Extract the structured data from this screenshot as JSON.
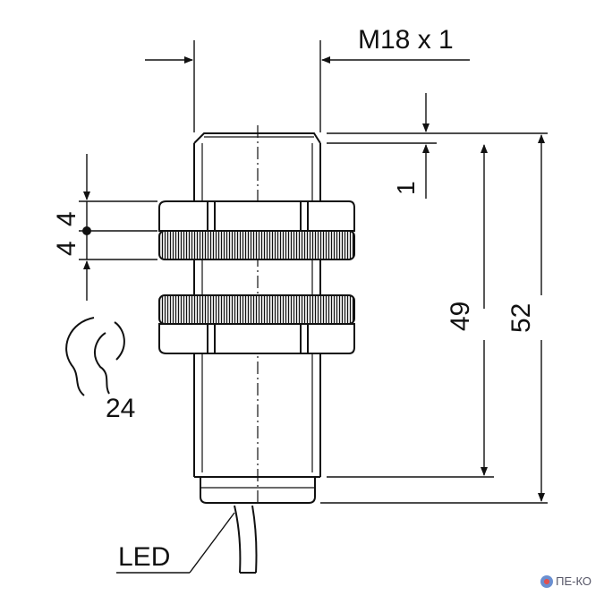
{
  "thread_label": "M18 x 1",
  "offset_label": "1",
  "thread_length_label": "49",
  "total_length_label": "52",
  "nut_thickness_top_label": "4",
  "nut_thickness_bottom_label": "4",
  "wrench_size_label": "24",
  "led_label": "LED",
  "watermark_text": "ПЕ-КО",
  "colors": {
    "line": "#111111",
    "background": "#ffffff"
  }
}
